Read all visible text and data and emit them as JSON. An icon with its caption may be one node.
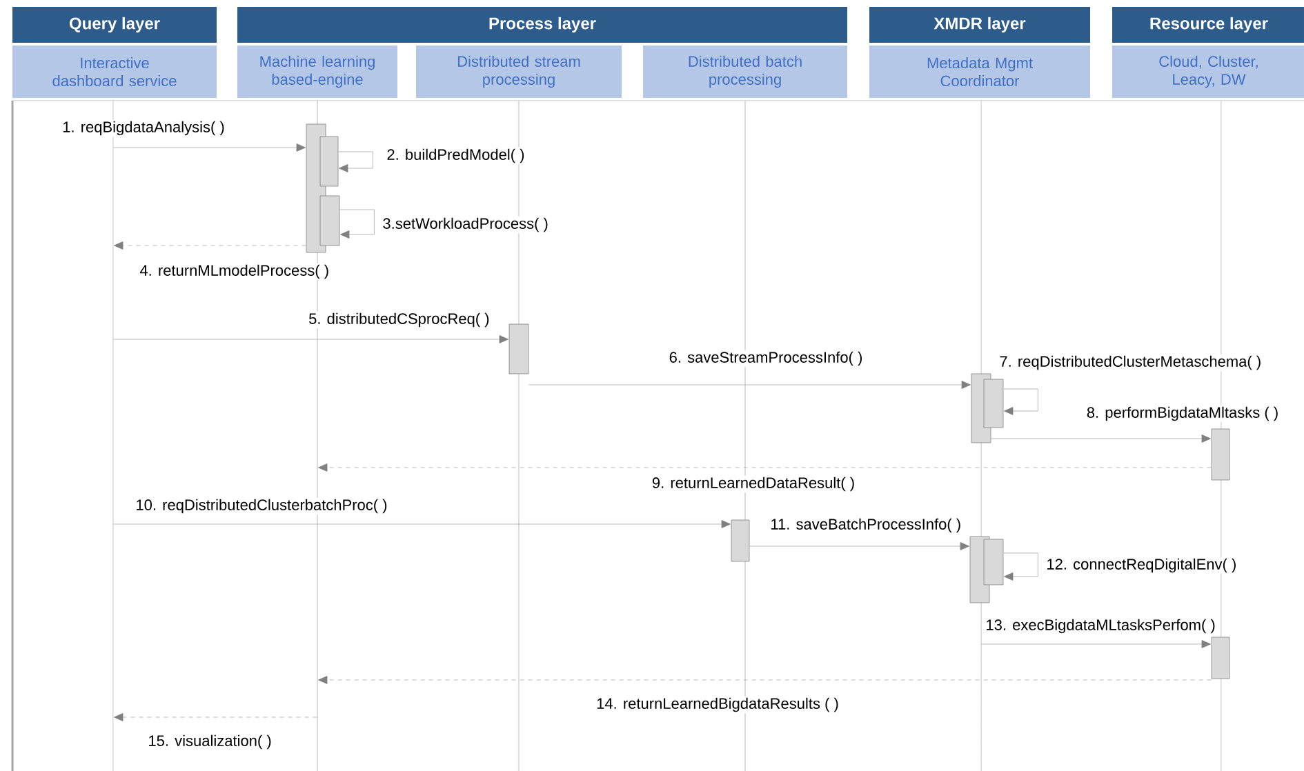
{
  "diagram": {
    "nodes": [
      {
        "text": [
          "Query layer"
        ]
      },
      {
        "text": [
          "Process layer"
        ]
      },
      {
        "text": [
          "XMDR layer"
        ]
      },
      {
        "text": [
          "Resource  layer"
        ]
      },
      {
        "text": [
          "Interactive dashboard service"
        ]
      },
      {
        "text": [
          "Machine learning based-engine"
        ]
      },
      {
        "text": [
          "Distributed stream processing"
        ]
      },
      {
        "text": [
          "Distributed batch processing"
        ]
      },
      {
        "text": [
          "Metadata Mgmt Coordinator"
        ]
      },
      {
        "text": [
          "Cloud, Cluster, Leacy, DW"
        ]
      },
      {
        "text": [],
        "shape": "line"
      },
      {
        "text": [],
        "shape": "line"
      },
      {
        "text": [],
        "shape": "line"
      },
      {
        "text": [],
        "shape": "line"
      },
      {
        "text": [],
        "shape": "line"
      },
      {
        "text": [],
        "shape": "line"
      },
      {
        "text": [],
        "shape": "bar"
      },
      {
        "text": [],
        "shape": "bar"
      },
      {
        "text": [],
        "shape": "bar"
      },
      {
        "text": [],
        "shape": "bar"
      },
      {
        "text": [],
        "shape": "bar"
      },
      {
        "text": [],
        "shape": "bar"
      },
      {
        "text": [],
        "shape": "bar"
      },
      {
        "text": [],
        "shape": "bar"
      },
      {
        "text": [],
        "shape": "bar"
      },
      {
        "text": [],
        "shape": "bar"
      },
      {
        "text": [],
        "shape": "bar"
      }
    ],
    "edges": [
      {
        "from": 10,
        "to": 16,
        "arrow": "to",
        "label": "1. reqBigdataAnalysis( )"
      },
      {
        "from": 17,
        "to": 17,
        "arrow": "to",
        "label": "2. buildPredModel( )"
      },
      {
        "from": 18,
        "to": 18,
        "arrow": "to",
        "label": "3.setWorkloadProcess( )"
      },
      {
        "from": 16,
        "to": 10,
        "arrow": "to",
        "label": "4. returnMLmodelProcess( )",
        "style": "dashed"
      },
      {
        "from": 10,
        "to": 19,
        "arrow": "to",
        "label": "5. distributedCSprocReq( )"
      },
      {
        "from": 19,
        "to": 20,
        "arrow": "to",
        "label": "6. saveStreamProcessInfo( )"
      },
      {
        "from": 21,
        "to": 21,
        "arrow": "to",
        "label": "7. reqDistributedClusterMetaschema( )"
      },
      {
        "from": 20,
        "to": 22,
        "arrow": "to",
        "label": "8. performBigdataMltasks ( )"
      },
      {
        "from": 22,
        "to": 11,
        "arrow": "to",
        "label": "9. returnLearnedDataResult( )",
        "style": "dashed"
      },
      {
        "from": 10,
        "to": 23,
        "arrow": "to",
        "label": "10. reqDistributedClusterbatchProc( )"
      },
      {
        "from": 23,
        "to": 24,
        "arrow": "to",
        "label": "11. saveBatchProcessInfo( )"
      },
      {
        "from": 25,
        "to": 25,
        "arrow": "to",
        "label": "12. connectReqDigitalEnv( )"
      },
      {
        "from": 14,
        "to": 26,
        "arrow": "to",
        "label": "13. execBigdataMLtasksPerfom( )"
      },
      {
        "from": 26,
        "to": 11,
        "arrow": "to",
        "label": "14. returnLearnedBigdataResults ( )",
        "style": "dashed"
      },
      {
        "from": 11,
        "to": 10,
        "arrow": "to",
        "label": "15. visualization( )",
        "style": "dashed"
      }
    ]
  }
}
